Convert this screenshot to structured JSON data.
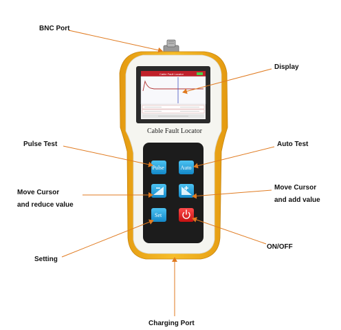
{
  "labels": {
    "bnc_port": "BNC Port",
    "display": "Display",
    "pulse_test": "Pulse Test",
    "auto_test": "Auto Test",
    "move_cursor_reduce_1": "Move Cursor",
    "move_cursor_reduce_2": "and reduce value",
    "move_cursor_add_1": "Move Cursor",
    "move_cursor_add_2": "and add value",
    "setting": "Setting",
    "on_off": "ON/OFF",
    "charging_port": "Charging Port"
  },
  "device": {
    "screen_title": "Cable Fault Locator",
    "brand_label": "Cable Fault Locator",
    "keys": {
      "pulse": "Pulse",
      "auto": "Auto",
      "set": "Set"
    }
  },
  "colors": {
    "arrow": "#e07a1f",
    "body_yellow": "#f5b21c",
    "body_white": "#f4f4f0",
    "keypad": "#1c1c1c",
    "key_blue": "#1fa3e0",
    "power_red": "#e02020",
    "screen_header": "#c0202a"
  },
  "icons": {
    "power": "power-icon",
    "left_minus": "arrow-left-minus-icon",
    "right_plus": "arrow-right-plus-icon"
  }
}
